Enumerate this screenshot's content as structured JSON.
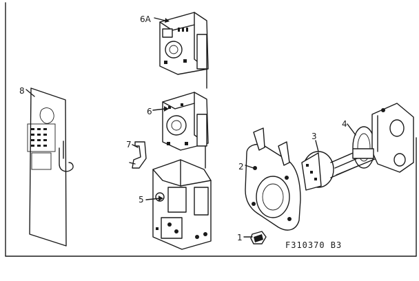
{
  "labels": {
    "p1": "1",
    "p2": "2",
    "p3": "3",
    "p4": "4",
    "p5": "5",
    "p6": "6",
    "p6a": "6A",
    "p7": "7",
    "p8": "8"
  },
  "figure_code": "F310370 B3"
}
